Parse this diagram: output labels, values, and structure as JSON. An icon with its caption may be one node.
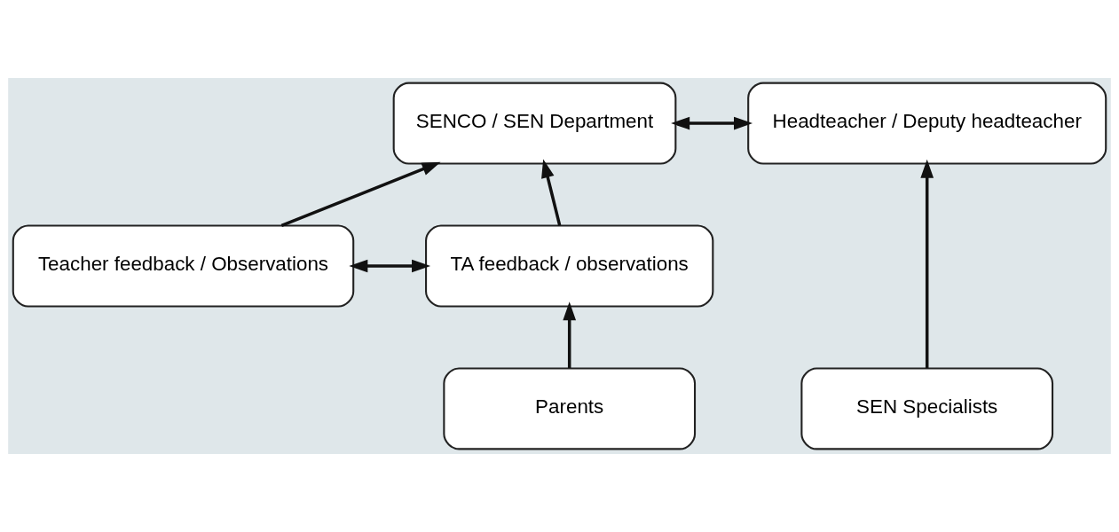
{
  "diagram": {
    "nodes": [
      {
        "text": [
          "SENCO / SEN Department"
        ]
      },
      {
        "text": [
          "Headteacher / Deputy headteacher"
        ]
      },
      {
        "text": [
          "SEN Specialists"
        ]
      },
      {
        "text": [
          "Parents"
        ]
      },
      {
        "text": [
          "Teacher feedback / Observations"
        ]
      },
      {
        "text": [
          "TA feedback / observations"
        ]
      }
    ],
    "edges": [
      {
        "from": 0,
        "to": 1,
        "arrow": "both"
      },
      {
        "from": 2,
        "to": 1,
        "arrow": "to"
      },
      {
        "from": 4,
        "to": 0,
        "arrow": "to"
      },
      {
        "from": 5,
        "to": 0,
        "arrow": "to"
      },
      {
        "from": 4,
        "to": 5,
        "arrow": "both"
      },
      {
        "from": 3,
        "to": 5,
        "arrow": "to"
      }
    ]
  }
}
